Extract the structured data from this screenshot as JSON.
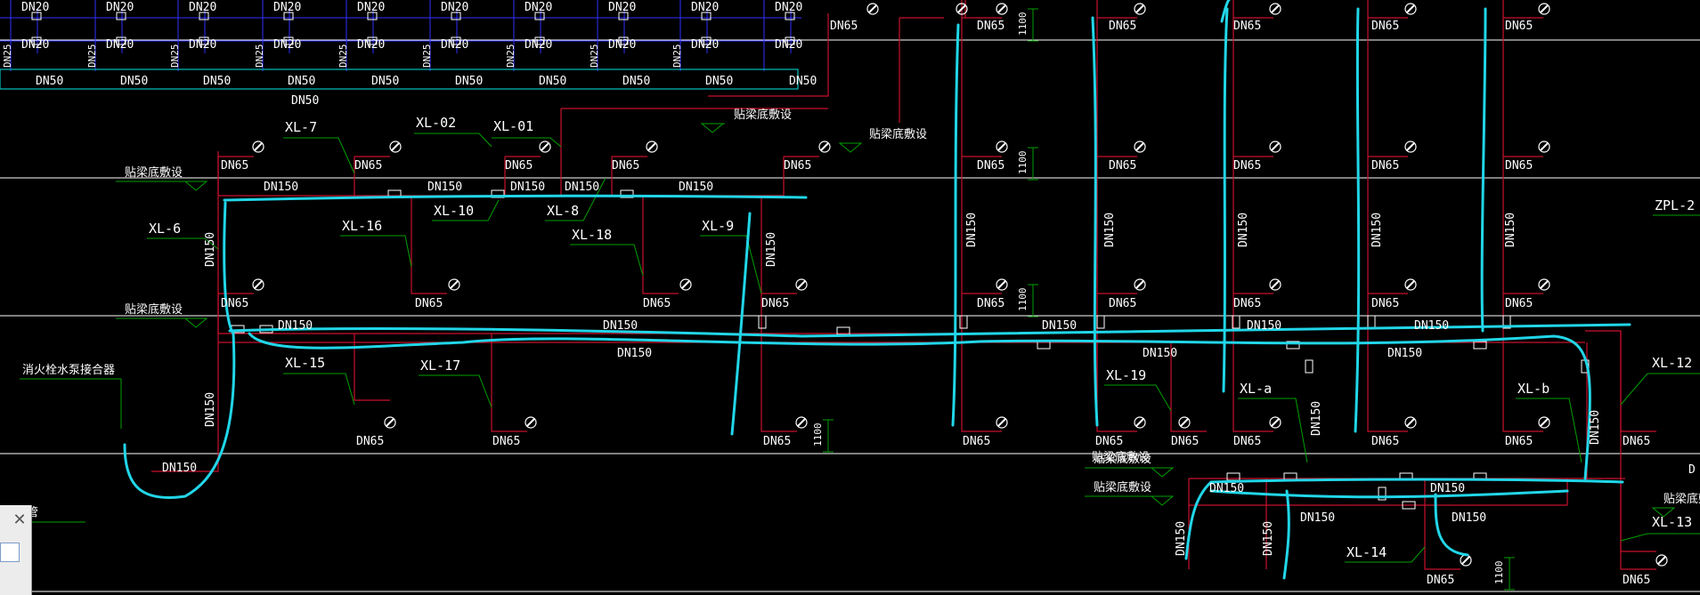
{
  "drawing": {
    "colors": {
      "background": "#000000",
      "pipe": "#c8102e",
      "riser_network": "#3030ff",
      "branch": "#00a000",
      "grid": "#ffffff",
      "header": "#00c0c0",
      "markup": "#21d6e8"
    },
    "labels": {
      "riser_xl7": "XL-7",
      "riser_xl02": "XL-02",
      "riser_xl01": "XL-01",
      "riser_xl6": "XL-6",
      "riser_xl10": "XL-10",
      "riser_xl8": "XL-8",
      "riser_xl16": "XL-16",
      "riser_xl18": "XL-18",
      "riser_xl9": "XL-9",
      "riser_xl15": "XL-15",
      "riser_xl17": "XL-17",
      "riser_xl19": "XL-19",
      "riser_xla": "XL-a",
      "riser_xlb": "XL-b",
      "riser_xl12": "XL-12",
      "riser_xl13": "XL-13",
      "riser_xl14": "XL-14",
      "riser_zpl2": "ZPL-2",
      "note_beam_1": "贴梁底敷设",
      "note_beam_2": "贴梁底敷设",
      "note_beam_3": "贴梁底敷设",
      "note_beam_4": "贴梁底敷设",
      "note_beam_5": "贴梁底敷设",
      "note_beam_6": "贴梁底敷设",
      "note_beam_7": "贴梁底敷设",
      "note_beam_8": "贴梁底敷",
      "connector": "消火栓水泵接合器",
      "edge_d": "D",
      "edge_chin": "管"
    },
    "sizes": {
      "dn20": "DN20",
      "dn25": "DN25",
      "dn50": "DN50",
      "dn65": "DN65",
      "dn150": "DN150",
      "dim1100": "1100"
    }
  },
  "dialog": {
    "close_glyph": "✕"
  }
}
